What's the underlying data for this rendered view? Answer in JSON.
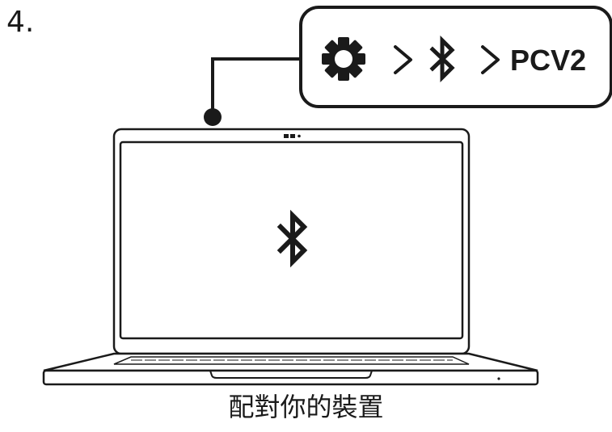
{
  "step": {
    "number": "4."
  },
  "callout": {
    "path": [
      {
        "icon": "gear-icon"
      },
      {
        "icon": "chevron-right-icon"
      },
      {
        "icon": "bluetooth-icon"
      },
      {
        "icon": "chevron-right-icon"
      }
    ],
    "device_name": "PCV2"
  },
  "screen": {
    "icon": "bluetooth-icon"
  },
  "caption": "配對你的裝置",
  "colors": {
    "stroke": "#1a1a1a",
    "background": "#ffffff"
  }
}
